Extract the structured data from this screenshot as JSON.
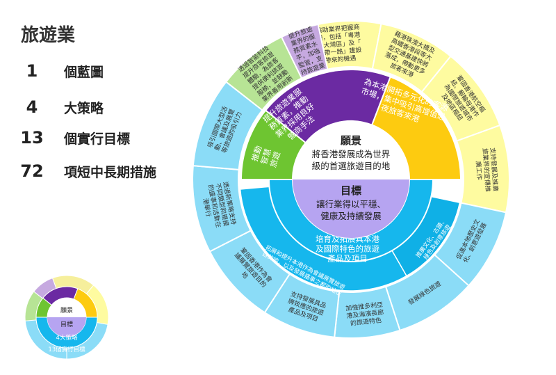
{
  "title": "旅遊業",
  "stats": [
    {
      "num": "1",
      "label": "個藍圖"
    },
    {
      "num": "4",
      "label": "大策略"
    },
    {
      "num": "13",
      "label": "個實行目標"
    },
    {
      "num": "72",
      "label": "項短中長期措施"
    }
  ],
  "center": {
    "vision_title": "願景",
    "vision_text": [
      "將香港發展成為世界",
      "級的首選旅遊目的地"
    ],
    "goal_title": "目標",
    "goal_text": [
      "讓行業得以平穩、",
      "健康及持續發展"
    ]
  },
  "strategies": [
    {
      "text": "為本港開拓多元化的客源市場，集中吸引高增值過夜旅客來港",
      "color": "#fdcb10"
    },
    {
      "text": "培育及拓展具本港及國際特色的旅遊產品及項目",
      "color": "#16b7ed"
    },
    {
      "text": "推動智慧旅遊",
      "color": "#6ec531"
    },
    {
      "text": "提升旅遊業服務質素，推動業界採用良好營商手法",
      "color": "#6b2aa2"
    }
  ],
  "objectives": [
    {
      "text": "協助業界把握商機，包括「粵港澳大灣區」及「一帶一路」建設帶來的機遇",
      "color": "#fefba0"
    },
    {
      "text": "藉港珠澳大橋及高鐵香港段等大型交通基建快將落成，帶動更多旅客來港",
      "color": "#fefba0"
    },
    {
      "text": "鞏固香港航空樞紐、郵輪母港作為國際旅遊城市及地區樞紐",
      "color": "#fefba0"
    },
    {
      "text": "支持發展及推廣旅業界的宣傳推廣工作",
      "color": "#fefba0"
    },
    {
      "text": "促進本地歷史文化、創意遊發展",
      "color": "#8bdcf7"
    },
    {
      "text": "發展綠色旅遊",
      "color": "#8bdcf7"
    },
    {
      "text": "加強推多利亞港及海濱長廊的旅遊特色",
      "color": "#8bdcf7"
    },
    {
      "text": "支持發展具品牌效應的旅遊產品及項目",
      "color": "#8bdcf7"
    },
    {
      "text": "鞏固香港作為會議展覽旅遊目的地",
      "color": "#8bdcf7"
    },
    {
      "text": "透過新策略支持不同類型和規模的盛事和活動在港舉行",
      "color": "#8bdcf7"
    },
    {
      "text": "吸引國際大型活動、會議及展覽等旅遊的吸引力",
      "color": "#8bdcf7"
    },
    {
      "text": "透過智能科技提升旅客旅遊體驗，為旅客提供便利旅遊服務，並鼓勵業界善用創新科技以增強競爭力",
      "color": "#b7e495"
    },
    {
      "text": "提升旅遊業界的服務質素水平，加強監管，支持旅遊業加強培訓及人員的培訓",
      "color": "#c6a9e0"
    }
  ],
  "subring": [
    {
      "text": "推廣文化、古蹟、綠色及創意旅遊"
    },
    {
      "text": "拓展和提升本港作為會議展覽旅遊目的地，以及發展盛事之都的地位"
    }
  ],
  "legend": {
    "vision": "願景",
    "goal": "目標",
    "strategies": "4大策略",
    "objectives": "13個實行目標"
  }
}
